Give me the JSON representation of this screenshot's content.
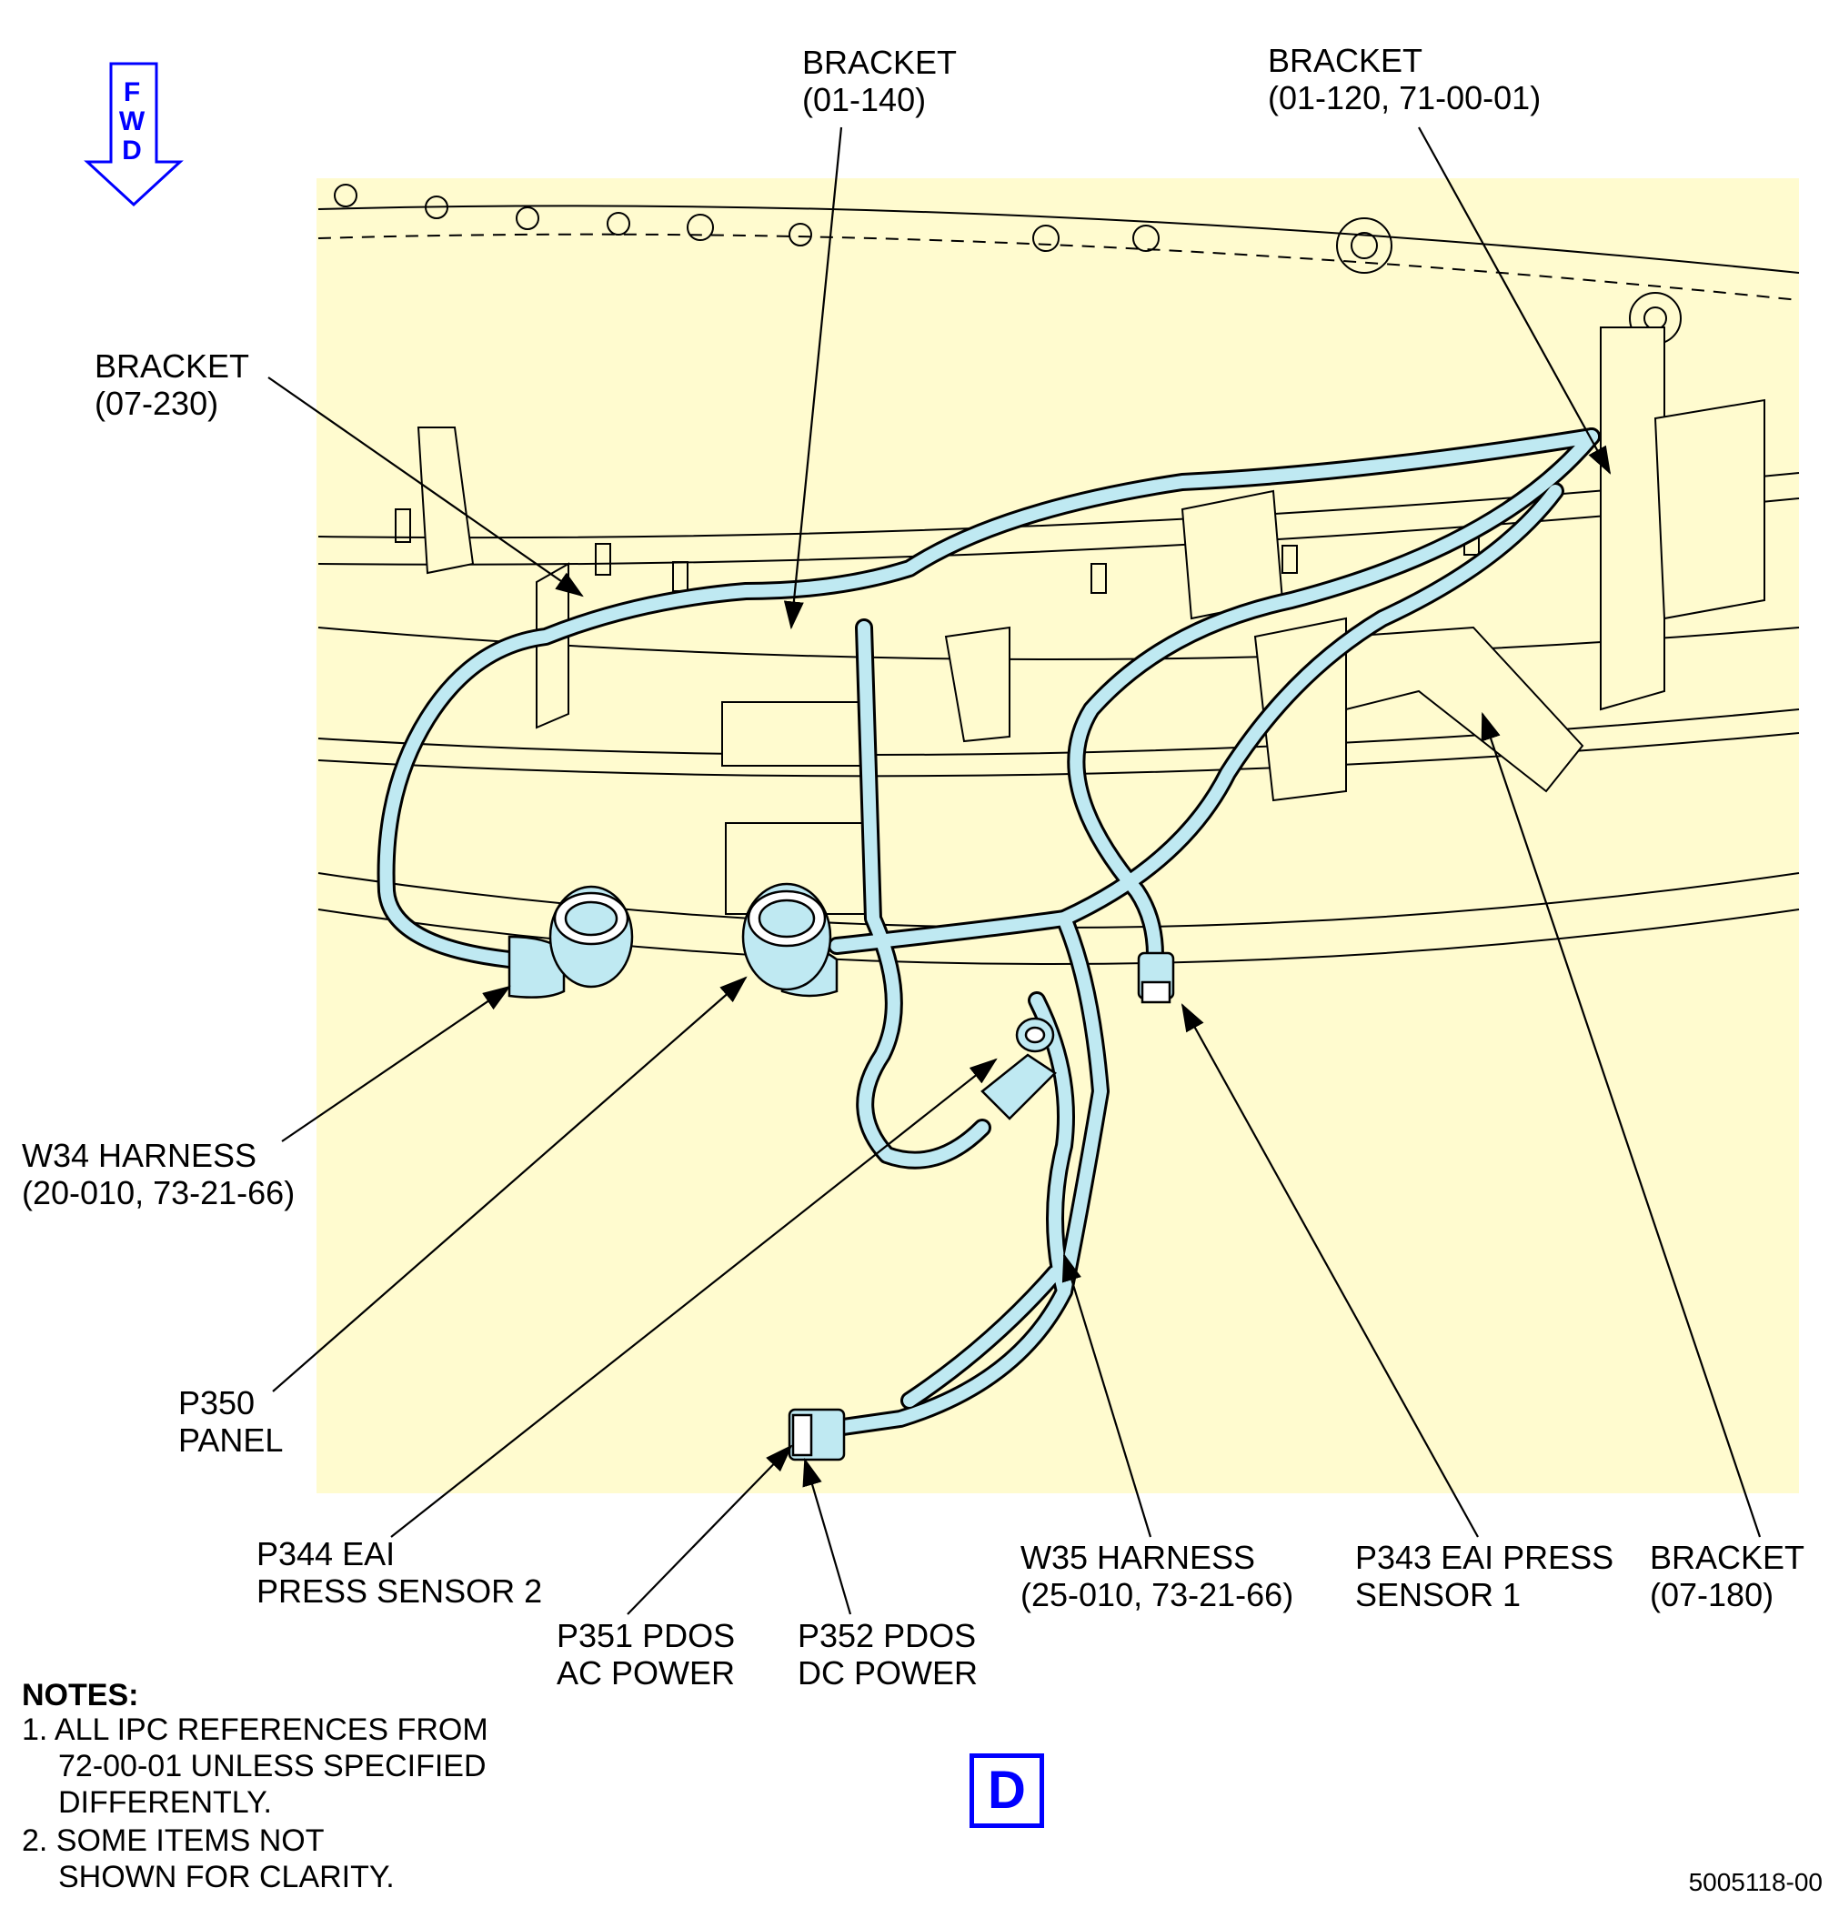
{
  "orientation": {
    "arrow_letters": [
      "F",
      "W",
      "D"
    ],
    "color": "#0000ff"
  },
  "view_label": "D",
  "figure_number": "5005118-00",
  "colors": {
    "background_panel": "#fffbcf",
    "harness": "#bfe9f2",
    "linework": "#000000",
    "callout_box": "#0000ff"
  },
  "callouts": {
    "bracket_01_140": [
      "BRACKET",
      "(01-140)"
    ],
    "bracket_01_120": [
      "BRACKET",
      "(01-120, 71-00-01)"
    ],
    "bracket_07_230": [
      "BRACKET",
      "(07-230)"
    ],
    "w34_harness": [
      "W34 HARNESS",
      "(20-010, 73-21-66)"
    ],
    "p350_panel": [
      "P350",
      "PANEL"
    ],
    "p344": [
      "P344 EAI",
      "PRESS SENSOR 2"
    ],
    "p351": [
      "P351 PDOS",
      "AC POWER"
    ],
    "p352": [
      "P352 PDOS",
      "DC POWER"
    ],
    "w35_harness": [
      "W35 HARNESS",
      "(25-010, 73-21-66)"
    ],
    "p343": [
      "P343 EAI PRESS",
      "SENSOR 1"
    ],
    "bracket_07_180": [
      "BRACKET",
      "(07-180)"
    ]
  },
  "notes": {
    "title": "NOTES:",
    "items": [
      [
        "1. ALL IPC REFERENCES FROM",
        "72-00-01 UNLESS SPECIFIED",
        "DIFFERENTLY."
      ],
      [
        "2. SOME ITEMS NOT",
        "SHOWN FOR CLARITY."
      ]
    ]
  }
}
